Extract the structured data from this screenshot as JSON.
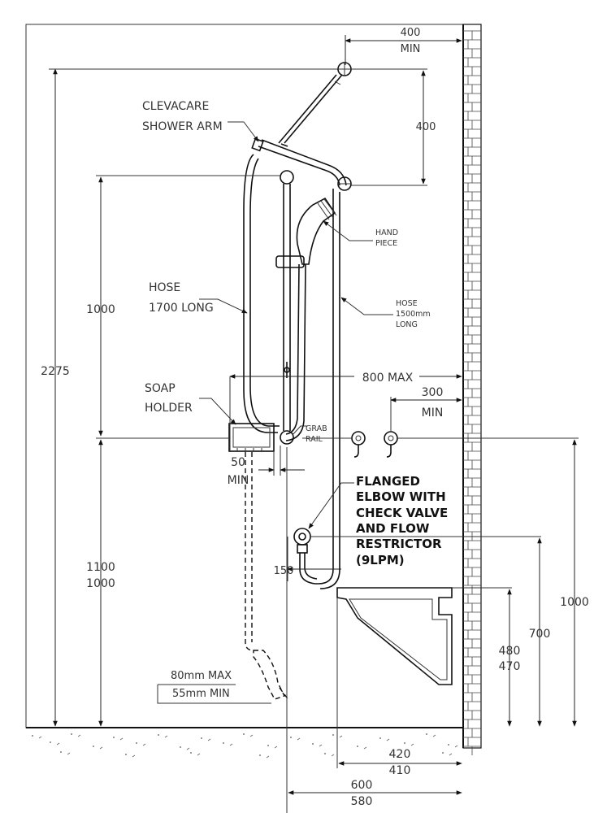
{
  "labels": {
    "top_400": "400",
    "top_min": "MIN",
    "right_400": "400",
    "arm_line1": "CLEVACARE",
    "arm_line2": "SHOWER ARM",
    "hand_line1": "HAND",
    "hand_line2": "PIECE",
    "hose2_line1": "HOSE",
    "hose2_line2": "1500mm",
    "hose2_line3": "LONG",
    "hose1_line1": "HOSE",
    "hose1_line2": "1700 LONG",
    "dim_1000_upper": "1000",
    "dim_2275": "2275",
    "soap_line1": "SOAP",
    "soap_line2": "HOLDER",
    "max_800": "800 MAX",
    "min_300a": "300",
    "min_300b": "MIN",
    "grab_line1": "GRAB",
    "grab_line2": "RAIL",
    "min_50a": "50",
    "min_50b": "MIN",
    "elbow_1": "FLANGED",
    "elbow_2": "ELBOW WITH",
    "elbow_3": "CHECK VALVE",
    "elbow_4": "AND FLOW",
    "elbow_5": "RESTRICTOR",
    "elbow_6": "(9LPM)",
    "dim_1100": "1100",
    "dim_1000_lower": "1000",
    "dim_150": "150",
    "dim_1000_right": "1000",
    "dim_700": "700",
    "dim_480": "480",
    "dim_470": "470",
    "dim_80max": "80mm MAX",
    "dim_55min": "55mm MIN",
    "dim_420": "420",
    "dim_410": "410",
    "dim_600": "600",
    "dim_580": "580"
  }
}
